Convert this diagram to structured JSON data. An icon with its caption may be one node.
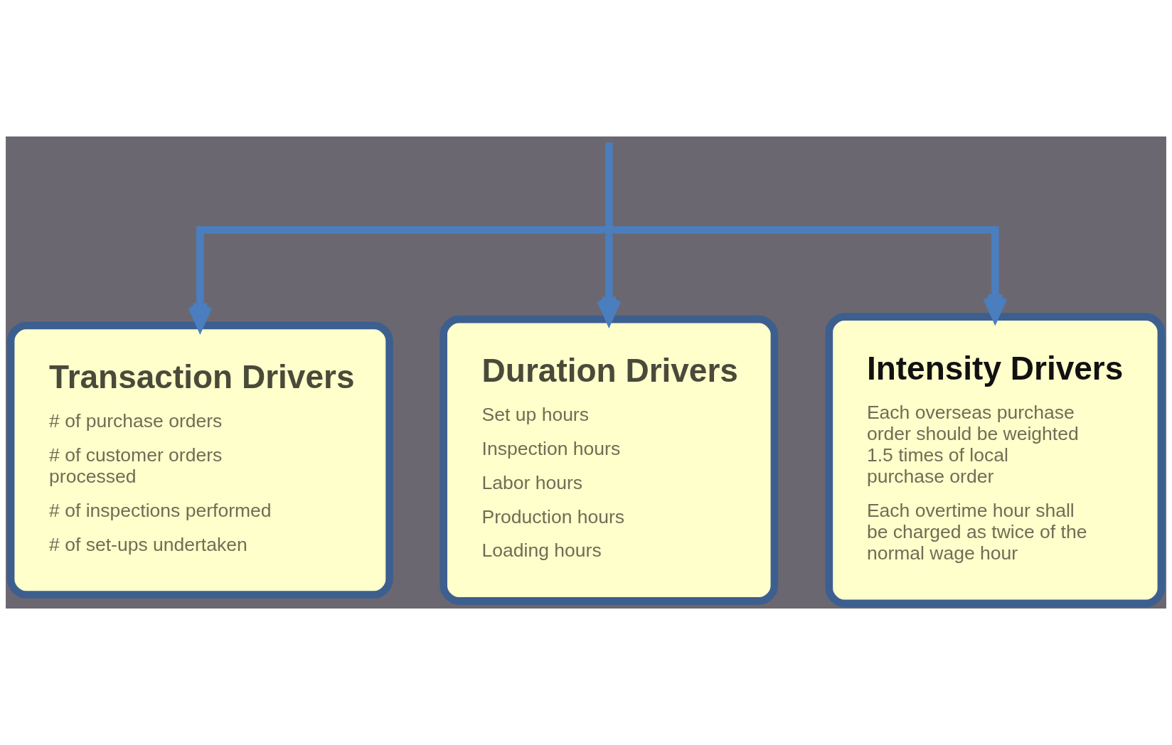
{
  "diagram": {
    "nodes": [
      {
        "text": [],
        "shape": "point"
      },
      {
        "text": [
          "Transaction Drivers",
          "# of purchase orders",
          "# of customer orders processed",
          "# of inspections performed",
          "# of set-ups undertaken"
        ]
      },
      {
        "text": [
          "Duration Drivers",
          "Set up hours",
          "Inspection hours",
          "Labor hours",
          "Production hours",
          "Loading hours"
        ]
      },
      {
        "text": [
          "Intensity Drivers",
          "Each overseas purchase order should be weighted 1.5 times of local purchase order",
          "Each overtime hour shall be charged as twice of the normal wage hour"
        ]
      }
    ],
    "edges": [
      {
        "from": null,
        "to": 0,
        "arrow": "none"
      },
      {
        "from": 0,
        "to": 1,
        "arrow": "to"
      },
      {
        "from": 0,
        "to": 2,
        "arrow": "to"
      },
      {
        "from": 0,
        "to": 3,
        "arrow": "to"
      }
    ]
  }
}
